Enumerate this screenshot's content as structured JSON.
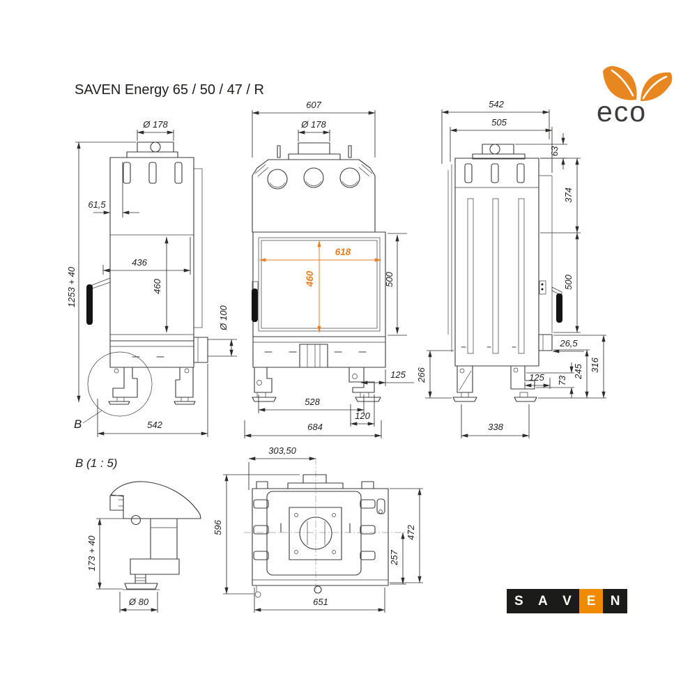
{
  "title": "SAVEN Energy 65 / 50 / 47 / R",
  "colors": {
    "line": "#3a3a39",
    "dimension": "#2c2c2b",
    "accent_orange": "#e87e22",
    "logo_orange": "#f08a00"
  },
  "eco_logo": {
    "text": "eco"
  },
  "saven_logo": {
    "letters": [
      "S",
      "A",
      "V",
      "E",
      "N"
    ],
    "accent_letter": "E"
  },
  "side_view": {
    "flue_diameter": "Ø 178",
    "flue_offset": "61,5",
    "overall_height": "1253 + 40",
    "inner_depth": "436",
    "glass_height": "460",
    "air_inlet_diameter": "Ø 100",
    "overall_depth": "542",
    "detail_callout": "B"
  },
  "front_view": {
    "top_width": "607",
    "flue_diameter": "Ø 178",
    "glass_width": "618",
    "glass_height": "460",
    "front_height": "500",
    "foot_inset": "125",
    "feet_spacing": "528",
    "foot_pad_offset": "120",
    "overall_width": "684"
  },
  "back_view": {
    "overall_width": "542",
    "body_width": "505",
    "collar_height": "63",
    "upper_section_height": "374",
    "mid_section_height": "500",
    "inlet_offset": "26,5",
    "inlet_bottom_height": "245",
    "inlet_top_height": "316",
    "base_height": "266",
    "foot_inset": "125",
    "bracket_height": "73",
    "feet_spacing": "338"
  },
  "detail_b": {
    "label": "B (1 : 5)",
    "leg_height": "173 + 40",
    "pad_diameter": "Ø 80"
  },
  "top_view": {
    "flue_center_offset": "303,50",
    "overall_depth": "596",
    "body_depth": "472",
    "center_to_back": "257",
    "overall_width": "651"
  }
}
